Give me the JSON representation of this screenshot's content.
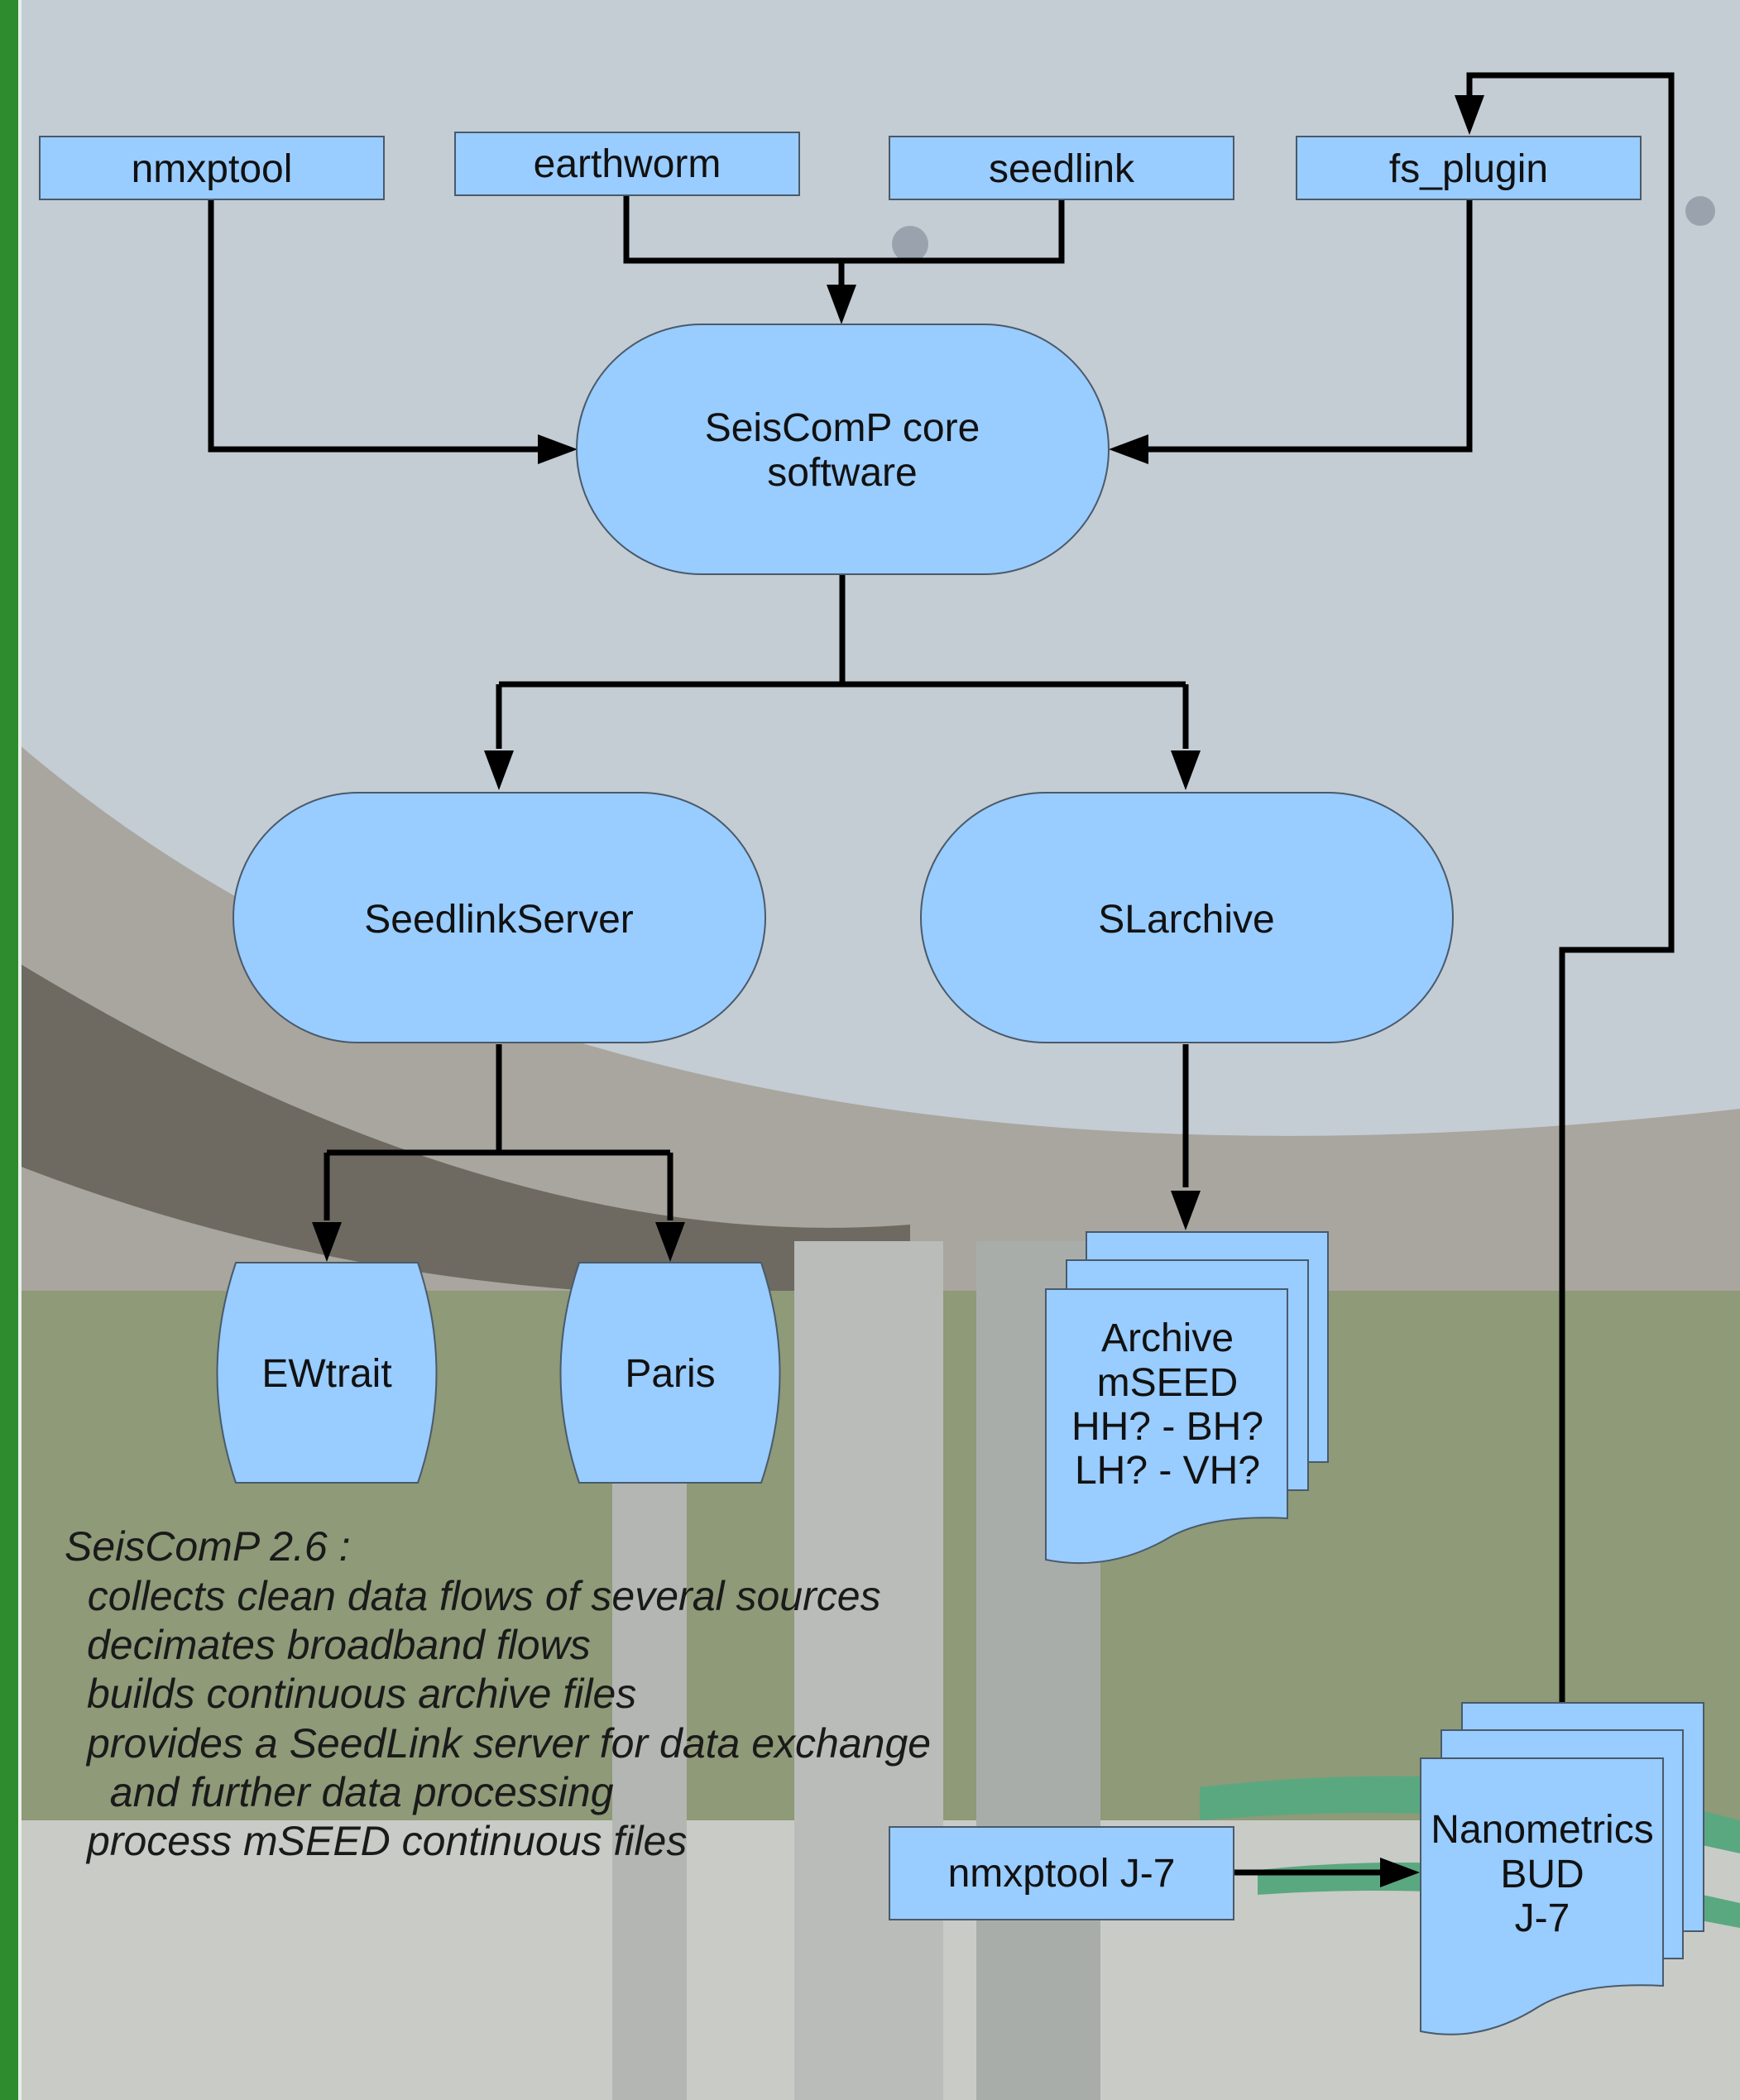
{
  "nodes": {
    "nmxptool": "nmxptool",
    "earthworm": "earthworm",
    "seedlink": "seedlink",
    "fs_plugin": "fs_plugin",
    "core_line1": "SeisComP core",
    "core_line2": "software",
    "seedlink_server": "SeedlinkServer",
    "slarchive": "SLarchive",
    "ewtrait": "EWtrait",
    "paris": "Paris",
    "archive_line1": "Archive",
    "archive_line2": "mSEED",
    "archive_line3": "HH? - BH?",
    "archive_line4": "LH? - VH?",
    "nmxptool_j7": "nmxptool J-7",
    "bud_line1": "Nanometrics",
    "bud_line2": "BUD",
    "bud_line3": "J-7"
  },
  "notes": [
    "SeisComP 2.6 :",
    "  collects clean data flows of several sources",
    "decimates broadband flows",
    "builds continuous archive files",
    "provides a SeedLink server for data exchange",
    "  and further data processing",
    "process mSEED continuous files"
  ],
  "colors": {
    "node_fill": "#99ccff",
    "border_green": "#2e8b2e",
    "arrow": "#000000"
  }
}
